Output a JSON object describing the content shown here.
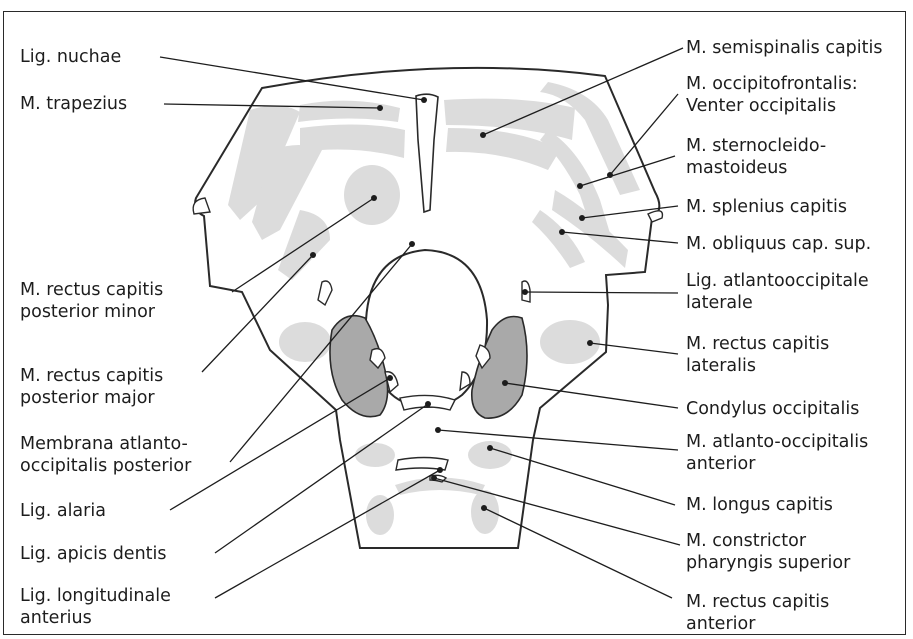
{
  "diagram": {
    "labels_left": [
      {
        "id": "lig-nuchae",
        "lines": [
          "Lig. nuchae"
        ]
      },
      {
        "id": "m-trapezius",
        "lines": [
          "M. trapezius"
        ]
      },
      {
        "id": "m-rectus-capitis-posterior-minor",
        "lines": [
          "M. rectus capitis",
          "posterior minor"
        ]
      },
      {
        "id": "m-rectus-capitis-posterior-major",
        "lines": [
          "M. rectus capitis",
          "posterior major"
        ]
      },
      {
        "id": "membrana-atlanto-occipitalis-posterior",
        "lines": [
          "Membrana atlanto-",
          "occipitalis posterior"
        ]
      },
      {
        "id": "lig-alaria",
        "lines": [
          "Lig. alaria"
        ]
      },
      {
        "id": "lig-apicis-dentis",
        "lines": [
          "Lig. apicis dentis"
        ]
      },
      {
        "id": "lig-longitudinale-anterius",
        "lines": [
          "Lig. longitudinale",
          "anterius"
        ]
      }
    ],
    "labels_right": [
      {
        "id": "m-semispinalis-capitis",
        "lines": [
          "M. semispinalis capitis"
        ]
      },
      {
        "id": "m-occipitofrontalis",
        "lines": [
          "M. occipitofrontalis:",
          "Venter occipitalis"
        ]
      },
      {
        "id": "m-sternocleidomastoideus",
        "lines": [
          "M. sternocleido-",
          "mastoideus"
        ]
      },
      {
        "id": "m-splenius-capitis",
        "lines": [
          "M. splenius capitis"
        ]
      },
      {
        "id": "m-obliquus-cap-sup",
        "lines": [
          "M. obliquus cap. sup."
        ]
      },
      {
        "id": "lig-atlantooccipitale-laterale",
        "lines": [
          "Lig. atlantooccipitale",
          "laterale"
        ]
      },
      {
        "id": "m-rectus-capitis-lateralis",
        "lines": [
          "M. rectus capitis",
          "lateralis"
        ]
      },
      {
        "id": "condylus-occipitalis",
        "lines": [
          "Condylus occipitalis"
        ]
      },
      {
        "id": "m-atlanto-occipitalis-anterior",
        "lines": [
          "M. atlanto-occipitalis",
          "anterior"
        ]
      },
      {
        "id": "m-longus-capitis",
        "lines": [
          "M. longus capitis"
        ]
      },
      {
        "id": "m-constrictor-pharyngis-superior",
        "lines": [
          "M. constrictor",
          "pharyngis superior"
        ]
      },
      {
        "id": "m-rectus-capitis-anterior",
        "lines": [
          "M. rectus capitis",
          "anterior"
        ]
      }
    ]
  },
  "colors": {
    "outline": "#2a2a2a",
    "muscle_fill": "#dcdcdc",
    "condyle_fill": "#a9a9a9",
    "text": "#1d1d1d",
    "background": "#ffffff"
  }
}
